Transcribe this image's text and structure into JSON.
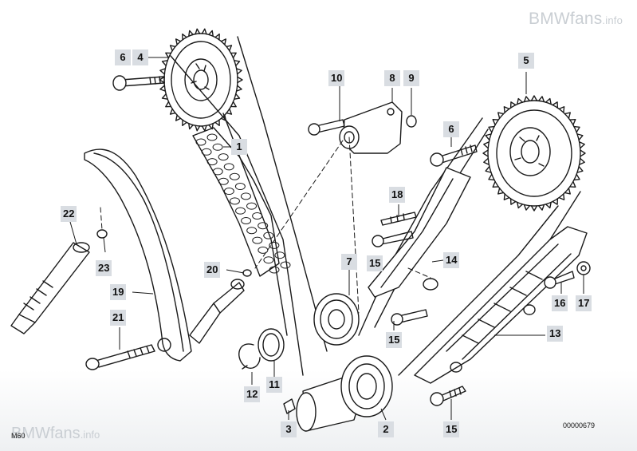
{
  "watermark": {
    "brand": "BMWfans",
    "suffix": ".info"
  },
  "model_label": "M60",
  "drawing_number": "00000679",
  "callouts": [
    {
      "id": "c6a",
      "text": "6"
    },
    {
      "id": "c4",
      "text": "4"
    },
    {
      "id": "c5",
      "text": "5"
    },
    {
      "id": "c10",
      "text": "10"
    },
    {
      "id": "c8",
      "text": "8"
    },
    {
      "id": "c9",
      "text": "9"
    },
    {
      "id": "c6b",
      "text": "6"
    },
    {
      "id": "c1",
      "text": "1"
    },
    {
      "id": "c22",
      "text": "22"
    },
    {
      "id": "c18",
      "text": "18"
    },
    {
      "id": "c23",
      "text": "23"
    },
    {
      "id": "c20",
      "text": "20"
    },
    {
      "id": "c7",
      "text": "7"
    },
    {
      "id": "c15a",
      "text": "15"
    },
    {
      "id": "c14",
      "text": "14"
    },
    {
      "id": "c19",
      "text": "19"
    },
    {
      "id": "c16",
      "text": "16"
    },
    {
      "id": "c17",
      "text": "17"
    },
    {
      "id": "c21",
      "text": "21"
    },
    {
      "id": "c15b",
      "text": "15"
    },
    {
      "id": "c13",
      "text": "13"
    },
    {
      "id": "c12",
      "text": "12"
    },
    {
      "id": "c11",
      "text": "11"
    },
    {
      "id": "c3",
      "text": "3"
    },
    {
      "id": "c2",
      "text": "2"
    },
    {
      "id": "c15c",
      "text": "15"
    }
  ]
}
